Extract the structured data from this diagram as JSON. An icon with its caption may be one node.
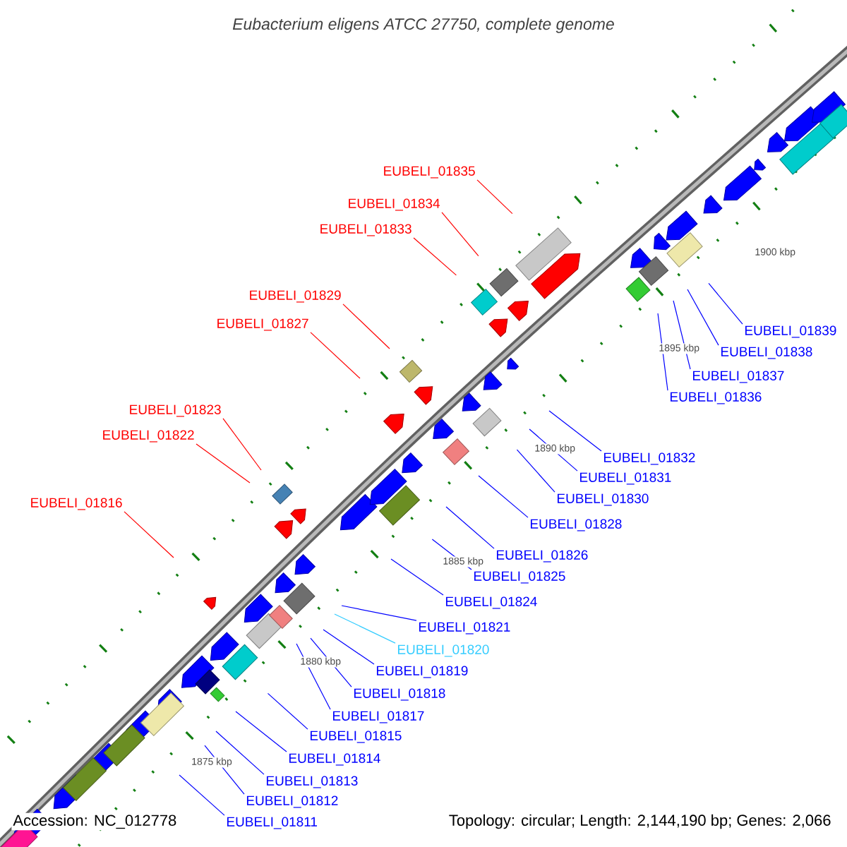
{
  "diagram": {
    "title": "Eubacterium eligens ATCC 27750, complete genome",
    "nodes": [
      {
        "text": [
          "EUBELI_01835"
        ]
      },
      {
        "text": [
          "EUBELI_01834"
        ]
      },
      {
        "text": [
          "EUBELI_01833"
        ]
      },
      {
        "text": [
          "EUBELI_01829"
        ]
      },
      {
        "text": [
          "EUBELI_01827"
        ]
      },
      {
        "text": [
          "EUBELI_01839"
        ]
      },
      {
        "text": [
          "EUBELI_01838"
        ]
      },
      {
        "text": [
          "EUBELI_01837"
        ]
      },
      {
        "text": [
          "EUBELI_01836"
        ]
      },
      {
        "text": [
          "EUBELI_01823"
        ]
      },
      {
        "text": [
          "EUBELI_01822"
        ]
      },
      {
        "text": [
          "EUBELI_01832"
        ]
      },
      {
        "text": [
          "EUBELI_01831"
        ]
      },
      {
        "text": [
          "EUBELI_01830"
        ]
      },
      {
        "text": [
          "EUBELI_01816"
        ]
      },
      {
        "text": [
          "EUBELI_01828"
        ]
      },
      {
        "text": [
          "EUBELI_01826"
        ]
      },
      {
        "text": [
          "EUBELI_01825"
        ]
      },
      {
        "text": [
          "EUBELI_01824"
        ]
      },
      {
        "text": [
          "EUBELI_01821"
        ]
      },
      {
        "text": [
          "EUBELI_01820"
        ]
      },
      {
        "text": [
          "EUBELI_01819"
        ]
      },
      {
        "text": [
          "EUBELI_01818"
        ]
      },
      {
        "text": [
          "EUBELI_01817"
        ]
      },
      {
        "text": [
          "EUBELI_01815"
        ]
      },
      {
        "text": [
          "EUBELI_01814"
        ]
      },
      {
        "text": [
          "EUBELI_01813"
        ]
      },
      {
        "text": [
          "EUBELI_01812"
        ]
      },
      {
        "text": [
          "EUBELI_01811"
        ]
      }
    ],
    "edges": [
      {
        "from": 0,
        "to": null,
        "arrow": "none",
        "color": "#ff0000"
      },
      {
        "from": 1,
        "to": null,
        "arrow": "none",
        "color": "#ff0000"
      },
      {
        "from": 2,
        "to": null,
        "arrow": "none",
        "color": "#ff0000"
      },
      {
        "from": 3,
        "to": null,
        "arrow": "none",
        "color": "#ff0000"
      },
      {
        "from": 4,
        "to": null,
        "arrow": "none",
        "color": "#ff0000"
      },
      {
        "from": 5,
        "to": null,
        "arrow": "none"
      },
      {
        "from": 6,
        "to": null,
        "arrow": "none"
      },
      {
        "from": 7,
        "to": null,
        "arrow": "none"
      },
      {
        "from": 8,
        "to": null,
        "arrow": "none"
      },
      {
        "from": 9,
        "to": null,
        "arrow": "none",
        "color": "#ff0000"
      },
      {
        "from": 10,
        "to": null,
        "arrow": "none",
        "color": "#ff0000"
      },
      {
        "from": 11,
        "to": null,
        "arrow": "none"
      },
      {
        "from": 12,
        "to": null,
        "arrow": "none"
      },
      {
        "from": 13,
        "to": null,
        "arrow": "none"
      },
      {
        "from": 14,
        "to": null,
        "arrow": "none",
        "color": "#ff0000"
      },
      {
        "from": 15,
        "to": null,
        "arrow": "none"
      },
      {
        "from": 16,
        "to": null,
        "arrow": "none"
      },
      {
        "from": 17,
        "to": null,
        "arrow": "none"
      },
      {
        "from": 18,
        "to": null,
        "arrow": "none"
      },
      {
        "from": 19,
        "to": null,
        "arrow": "none"
      },
      {
        "from": 20,
        "to": null,
        "arrow": "none",
        "color": "#33ccff"
      },
      {
        "from": 21,
        "to": null,
        "arrow": "none"
      },
      {
        "from": 22,
        "to": null,
        "arrow": "none"
      },
      {
        "from": 23,
        "to": null,
        "arrow": "none"
      },
      {
        "from": 24,
        "to": null,
        "arrow": "none"
      },
      {
        "from": 25,
        "to": null,
        "arrow": "none"
      },
      {
        "from": 26,
        "to": null,
        "arrow": "none"
      },
      {
        "from": 27,
        "to": null,
        "arrow": "none"
      },
      {
        "from": 28,
        "to": null,
        "arrow": "none"
      }
    ],
    "labels": [
      "1900 kbp",
      "1895 kbp",
      "1890 kbp",
      "1885 kbp",
      "1880 kbp",
      "1875 kbp",
      "Accession: NC_012778",
      "Topology: circular; Length: 2,144,190 bp; Genes: 2,066"
    ]
  }
}
